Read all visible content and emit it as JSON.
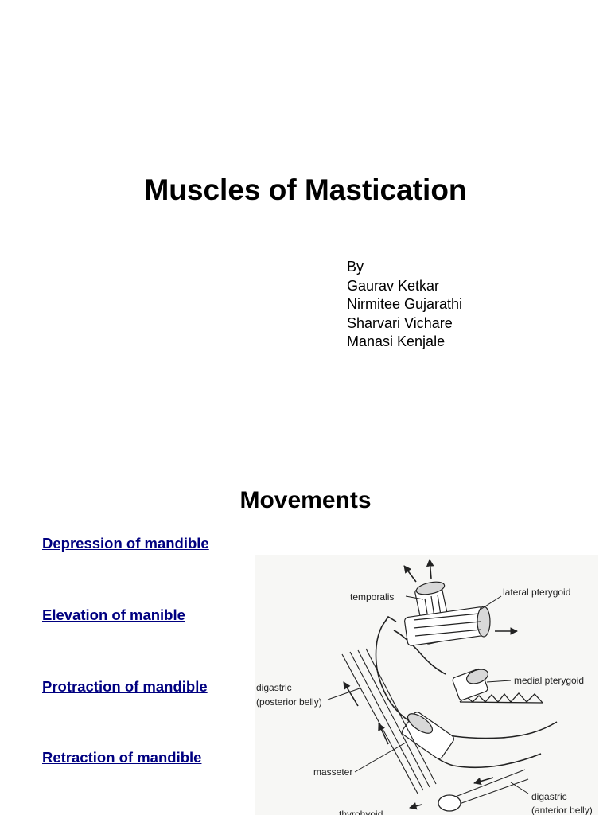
{
  "slide1": {
    "title": "Muscles of Mastication",
    "authors": [
      "By",
      "Gaurav Ketkar",
      "Nirmitee Gujarathi",
      "Sharvari Vichare",
      "Manasi Kenjale"
    ]
  },
  "slide2": {
    "title": "Movements",
    "movements": [
      "Depression of mandible",
      "Elevation of manible",
      "Protraction of mandible",
      "Retraction of mandible"
    ],
    "figure": {
      "labels": {
        "temporalis": "temporalis",
        "lateral_pterygoid": "lateral pterygoid",
        "medial_pterygoid": "medial pterygoid",
        "digastric_post_1": "digastric",
        "digastric_post_2": "(posterior belly)",
        "masseter": "masseter",
        "digastric_ant_1": "digastric",
        "digastric_ant_2": "(anterior belly)",
        "thyrohyoid": "thyrohyoid"
      }
    }
  }
}
